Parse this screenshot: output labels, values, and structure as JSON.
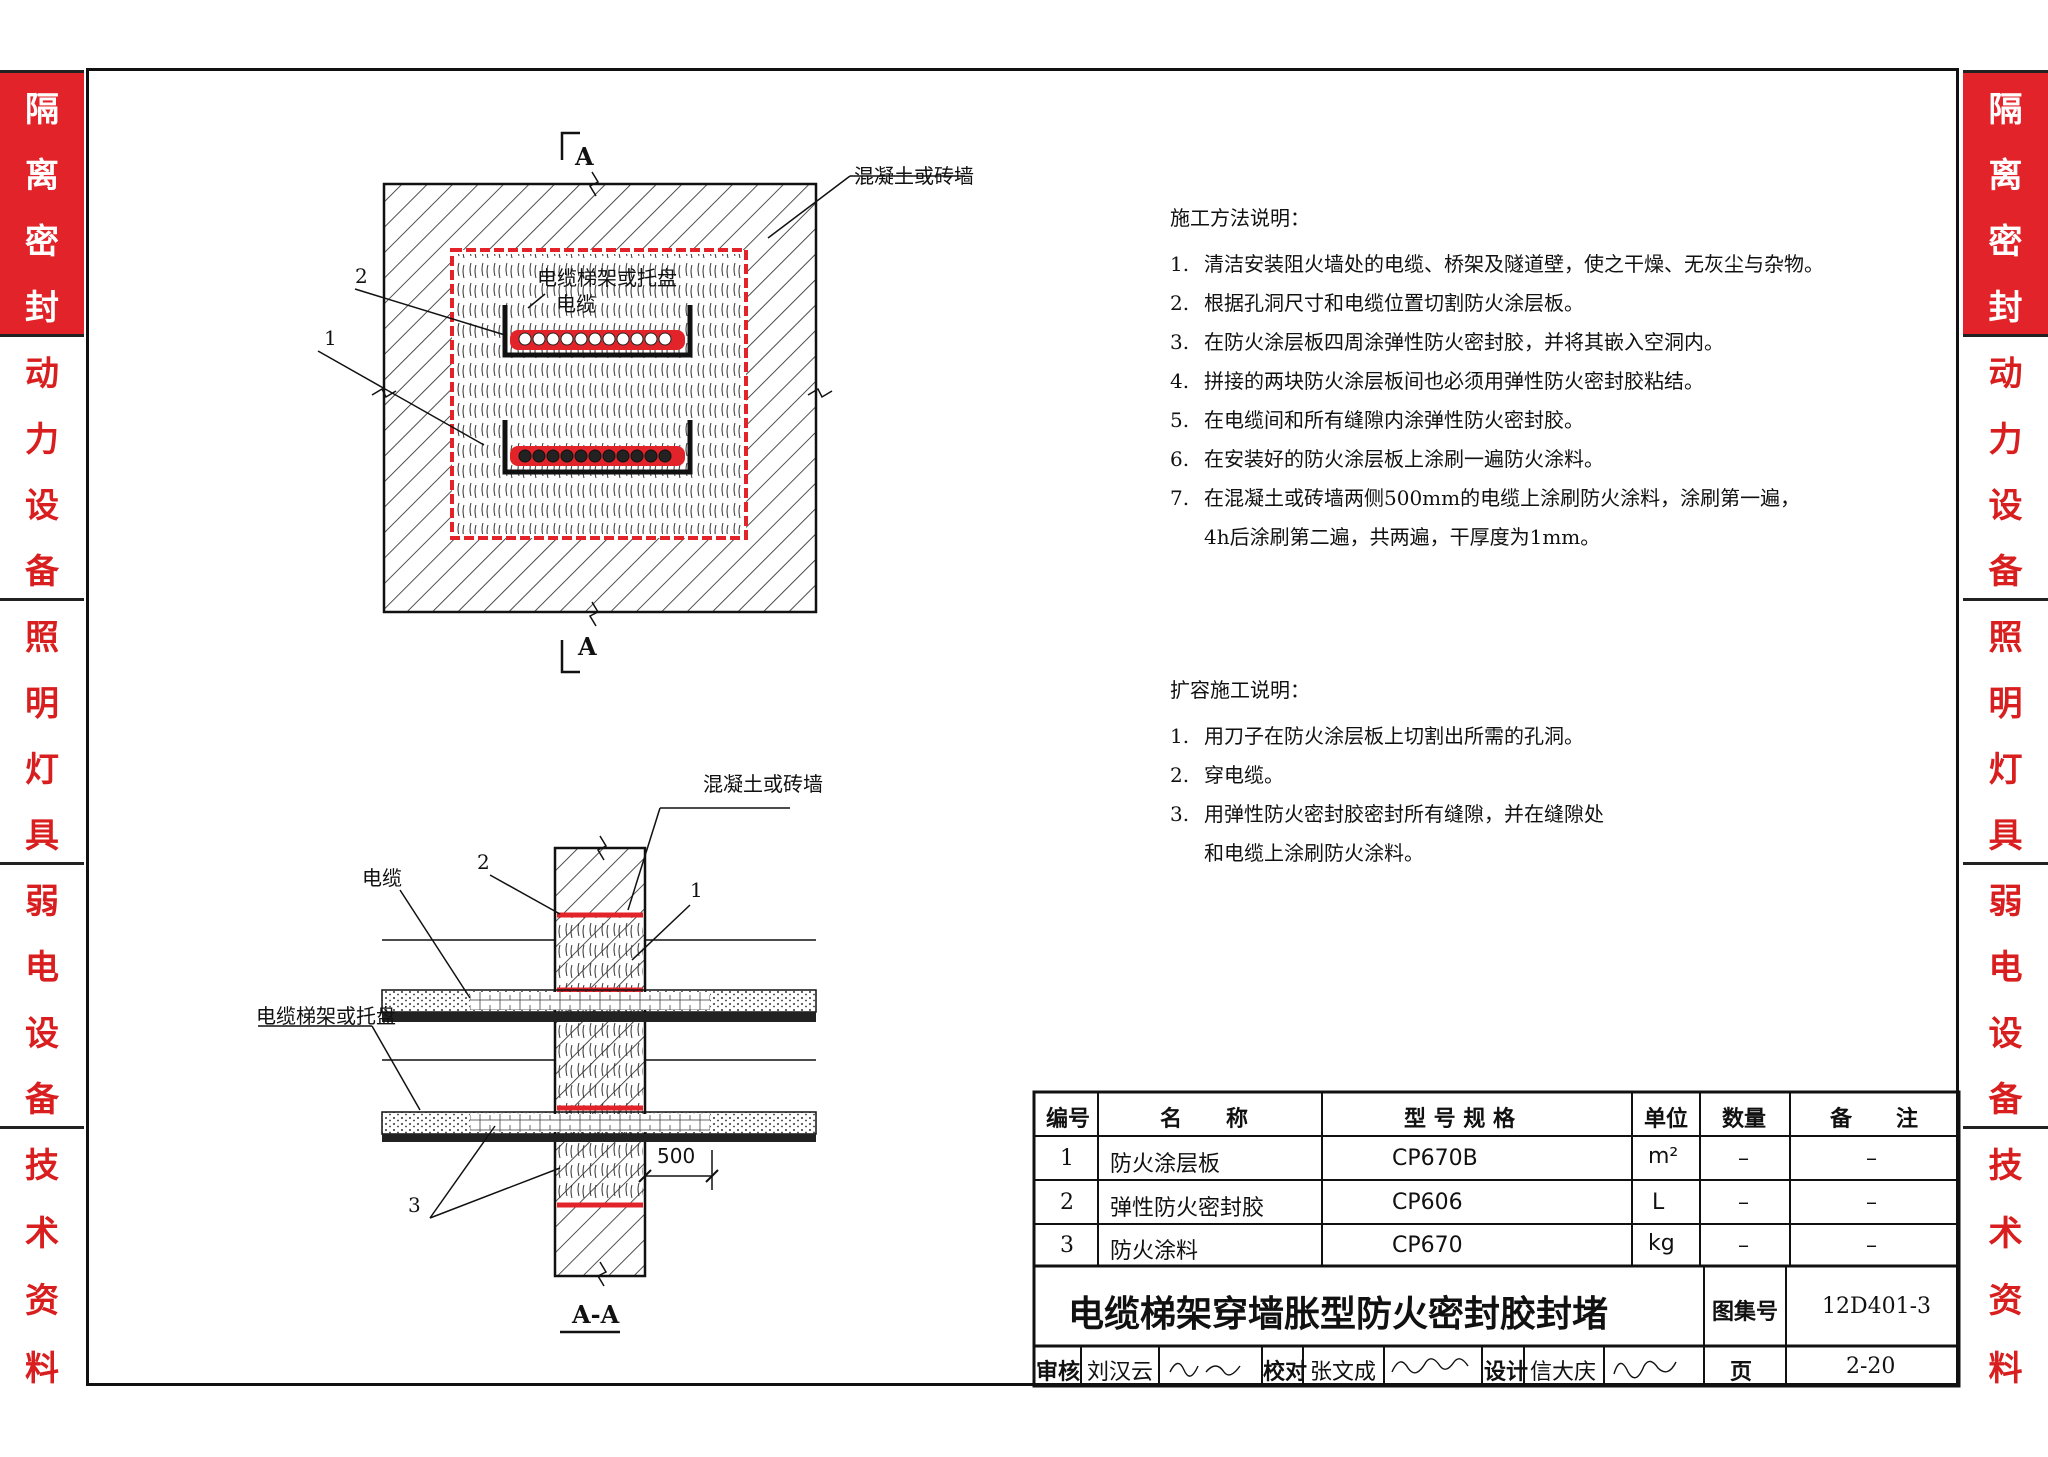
{
  "side_tabs": [
    {
      "chars": [
        "隔",
        "离",
        "密",
        "封"
      ],
      "active": true
    },
    {
      "chars": [
        "动",
        "力",
        "设",
        "备"
      ],
      "active": false
    },
    {
      "chars": [
        "照",
        "明",
        "灯",
        "具"
      ],
      "active": false
    },
    {
      "chars": [
        "弱",
        "电",
        "设",
        "备"
      ],
      "active": false
    },
    {
      "chars": [
        "技",
        "术",
        "资",
        "料"
      ],
      "active": false
    }
  ],
  "plan_view": {
    "section_mark_top": "A",
    "section_mark_bottom": "A",
    "wall_label": "混凝土或砖墙",
    "tray_label": "电缆梯架或托盘",
    "cable_label": "电缆",
    "callout_1": "1",
    "callout_2": "2"
  },
  "section_view": {
    "wall_label": "混凝土或砖墙",
    "cable_label": "电缆",
    "tray_label": "电缆梯架或托盘",
    "callout_1": "1",
    "callout_2": "2",
    "callout_3": "3",
    "dimension": "500",
    "section_title": "A-A"
  },
  "construction_notes": {
    "heading": "施工方法说明：",
    "items": [
      "清洁安装阻火墙处的电缆、桥架及隧道壁，使之干燥、无灰尘与杂物。",
      "根据孔洞尺寸和电缆位置切割防火涂层板。",
      "在防火涂层板四周涂弹性防火密封胶，并将其嵌入空洞内。",
      "拼接的两块防火涂层板间也必须用弹性防火密封胶粘结。",
      "在电缆间和所有缝隙内涂弹性防火密封胶。",
      "在安装好的防火涂层板上涂刷一遍防火涂料。",
      "在混凝土或砖墙两侧500mm的电缆上涂刷防火涂料，涂刷第一遍，"
    ],
    "item7_cont": "4h后涂刷第二遍，共两遍，干厚度为1mm。"
  },
  "expansion_notes": {
    "heading": "扩容施工说明：",
    "items": [
      "用刀子在防火涂层板上切割出所需的孔洞。",
      "穿电缆。",
      "用弹性防火密封胶密封所有缝隙，并在缝隙处"
    ],
    "item3_cont": "和电缆上涂刷防火涂料。"
  },
  "materials_table": {
    "headers": {
      "no": "编号",
      "name": "名　　称",
      "model": "型 号 规 格",
      "unit": "单位",
      "qty": "数量",
      "note": "备　　注"
    },
    "rows": [
      {
        "no": "1",
        "name": "防火涂层板",
        "model": "CP670B",
        "unit": "m²",
        "qty": "–",
        "note": "–"
      },
      {
        "no": "2",
        "name": "弹性防火密封胶",
        "model": "CP606",
        "unit": "L",
        "qty": "–",
        "note": "–"
      },
      {
        "no": "3",
        "name": "防火涂料",
        "model": "CP670",
        "unit": "kg",
        "qty": "–",
        "note": "–"
      }
    ]
  },
  "title_block": {
    "title": "电缆梯架穿墙胀型防火密封胶封堵",
    "atlas_label": "图集号",
    "atlas_no": "12D401-3",
    "page_label": "页",
    "page_no": "2-20",
    "review_label": "审核",
    "reviewer": "刘汉云",
    "check_label": "校对",
    "checker": "张文成",
    "design_label": "设计",
    "designer": "信大庆"
  },
  "colors": {
    "accent_red": "#e3232a",
    "line": "#111111",
    "tab_text": "#d81e1e"
  }
}
